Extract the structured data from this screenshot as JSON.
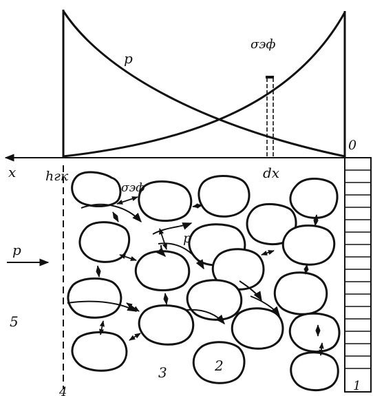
{
  "labels": {
    "curve_pressure": "p",
    "curve_effective_stress": "σэф",
    "axis_x": "x",
    "origin": "0",
    "boundary": "hгк",
    "differential": "dx",
    "contact_stress": "σэф",
    "arrow_pressure": "p",
    "flow_pressure": "p",
    "num_1": "1",
    "num_2": "2",
    "num_3": "3",
    "num_4": "4",
    "num_5": "5"
  }
}
